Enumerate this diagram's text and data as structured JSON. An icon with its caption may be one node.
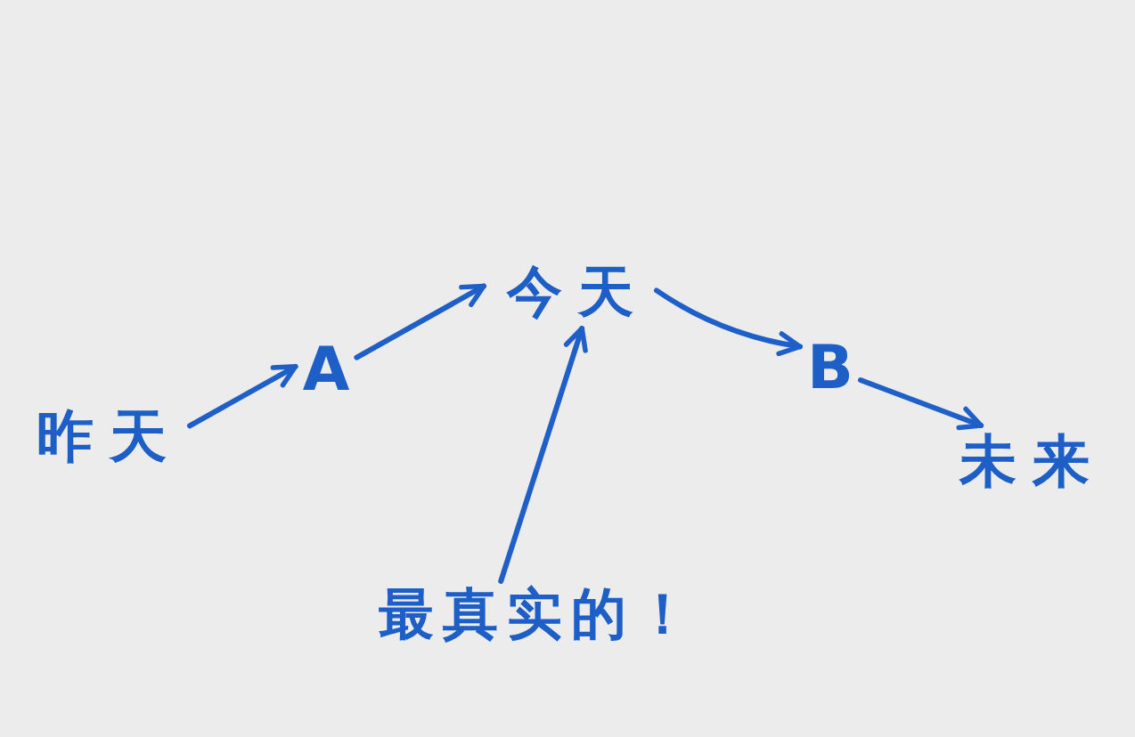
{
  "diagram": {
    "nodes": [
      {
        "text": [
          "昨天"
        ]
      },
      {
        "text": [
          "A"
        ]
      },
      {
        "text": [
          "今天"
        ]
      },
      {
        "text": [
          "B"
        ]
      },
      {
        "text": [
          "未来"
        ]
      },
      {
        "text": [
          "最真实的！"
        ]
      }
    ],
    "edges": [
      {
        "from": 0,
        "to": 1,
        "arrow": "to"
      },
      {
        "from": 1,
        "to": 2,
        "arrow": "to"
      },
      {
        "from": 2,
        "to": 3,
        "arrow": "to"
      },
      {
        "from": 3,
        "to": 4,
        "arrow": "to"
      },
      {
        "from": 5,
        "to": 2,
        "arrow": "to"
      }
    ]
  }
}
